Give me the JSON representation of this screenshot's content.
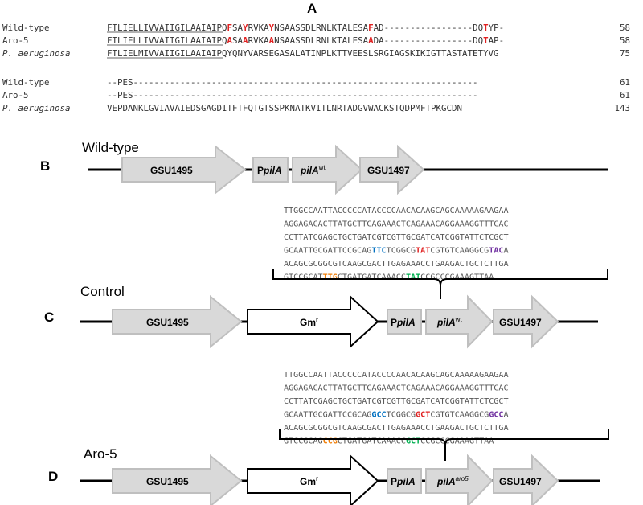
{
  "panels": {
    "A": "A",
    "B": "B",
    "C": "C",
    "D": "D"
  },
  "alignment": {
    "block1": [
      {
        "name": "Wild-type",
        "seq": "FTLIELLIVVAIIGILAAIAIPQFSAYRVKAYNSAASSDLRNLKTALESAFAD-----------------DQTYP-",
        "end": "58",
        "italic": false
      },
      {
        "name": "Aro-5",
        "seq": "FTLIELLIVVAIIGILAAIAIPQASAARVKAANSAASSDLRNLKTALESAADA-----------------DQTAP-",
        "end": "58",
        "italic": false
      },
      {
        "name": "P. aeruginosa",
        "seq": "FTLIELMIVVAIIGILAAIAIPQYQNYVARSEGASALATINPLKTTVEESLSRGIAGSKIKIGTTASTATETYVG",
        "end": "75",
        "italic": true
      }
    ],
    "block2": [
      {
        "name": "Wild-type",
        "seq": "--PES------------------------------------------------------------------",
        "end": "61",
        "italic": false
      },
      {
        "name": "Aro-5",
        "seq": "--PES------------------------------------------------------------------",
        "end": "61",
        "italic": false
      },
      {
        "name": "P. aeruginosa",
        "seq": "VEPDANKLGVIAVAIEDSGAGDITFTFQTGTSSPKNATKVITLNRTADGVWACKSTQDPMFTPKGCDN",
        "end": "143",
        "italic": true
      }
    ]
  },
  "panelB": {
    "title": "Wild-type",
    "genes": {
      "gsu1495": "GSU1495",
      "p": "P",
      "pila": "pilA",
      "pila_wt": "pilA",
      "wt_sup": "wt",
      "gsu1497": "GSU1497"
    }
  },
  "panelC": {
    "title": "Control",
    "sequence": [
      "TTGGCCAATTACCCCCATACCCCAACACAAGCAGCAAAAAGAAGAA",
      "AGGAGACACTTATGCTTCAGAAACTCAGAAACAGGAAAGGTTTCAC",
      "CCTTATCGAGCTGCTGATCGTCGTTGCGATCATCGGTATTCTCGCT",
      "GCAATTGCGATTCCGCAGTTCTCGGCGTATCGTGTCAAGGCGTACA",
      "ACAGCGCGGCGTCAAGCGACTTGAGAAACCTGAAGACTGCTCTTGA",
      "GTCCGCATTTGCTGATGATCAAACCTATCCGCCCGAAAGTTAA"
    ],
    "codon_colors": [
      "#0070c0",
      "#e02020",
      "#7030a0",
      "#f07f09",
      "#00b050"
    ],
    "genes": {
      "gsu1495": "GSU1495",
      "gm": "Gm",
      "gm_sup": "r",
      "p": "P",
      "pila": "pilA",
      "pila_wt": "pilA",
      "wt_sup": "wt",
      "gsu1497": "GSU1497"
    }
  },
  "panelD": {
    "title": "Aro-5",
    "sequence": [
      "TTGGCCAATTACCCCCATACCCCAACACAAGCAGCAAAAAGAAGAA",
      "AGGAGACACTTATGCTTCAGAAACTCAGAAACAGGAAAGGTTTCAC",
      "CCTTATCGAGCTGCTGATCGTCGTTGCGATCATCGGTATTCTCGCT",
      "GCAATTGCGATTCCGCAGGCCTCGGCGGCTCGTGTCAAGGCGGCCA",
      "ACAGCGCGGCGTCAAGCGACTTGAGAAACCTGAAGACTGCTCTTGA",
      "GTCCGCAGCCGCTGATGATCAAACCGCTCCGCCCGAAAGTTAA"
    ],
    "genes": {
      "gsu1495": "GSU1495",
      "gm": "Gm",
      "gm_sup": "r",
      "p": "P",
      "pila": "pilA",
      "pila_aro": "pilA",
      "aro_sup": "aro5",
      "gsu1497": "GSU1497"
    }
  }
}
